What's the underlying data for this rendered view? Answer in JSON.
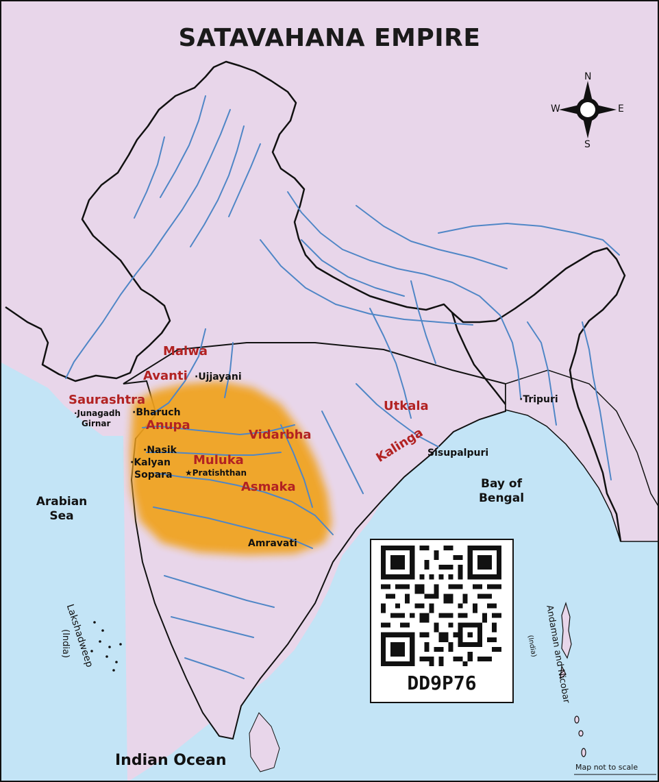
{
  "map": {
    "title": "SATAVAHANA EMPIRE",
    "colors": {
      "land": "#e8d6ea",
      "sea": "#c3e4f6",
      "river": "#4f86c6",
      "border": "#111111",
      "empire": "#f0a21f",
      "region_label": "#b22222"
    },
    "compass": {
      "n": "N",
      "s": "S",
      "e": "E",
      "w": "W"
    },
    "regions": {
      "malwa": "Malwa",
      "avanti": "Avanti",
      "saurashtra": "Saurashtra",
      "anupa": "Anupa",
      "vidarbha": "Vidarbha",
      "muluka": "Muluka",
      "asmaka": "Asmaka",
      "utkala": "Utkala",
      "kalinga": "Kalinga"
    },
    "cities": {
      "ujjayani": "·Ujjayani",
      "junagadh": "·Junagadh",
      "girnar": "Girnar",
      "bharuch": "·Bharuch",
      "nasik": "·Nasik",
      "kalyan": "·Kalyan",
      "sopara": "Sopara",
      "pratishthan": "★Pratishthan",
      "amravati": "Amravati",
      "sisupalpuri": "Sisupalpuri",
      "tripuri": "·Tripuri"
    },
    "seas": {
      "arabian_1": "Arabian",
      "arabian_2": "Sea",
      "bengal_1": "Bay of",
      "bengal_2": "Bengal",
      "indian_ocean": "Indian Ocean"
    },
    "islands": {
      "lakshadweep": "Lakshadweep",
      "lakshadweep_country": "(India)",
      "andaman": "Andaman and Nicobar",
      "andaman_country": "(India)"
    },
    "qr_code_text": "DD9P76",
    "scale_note": "Map not to scale"
  }
}
